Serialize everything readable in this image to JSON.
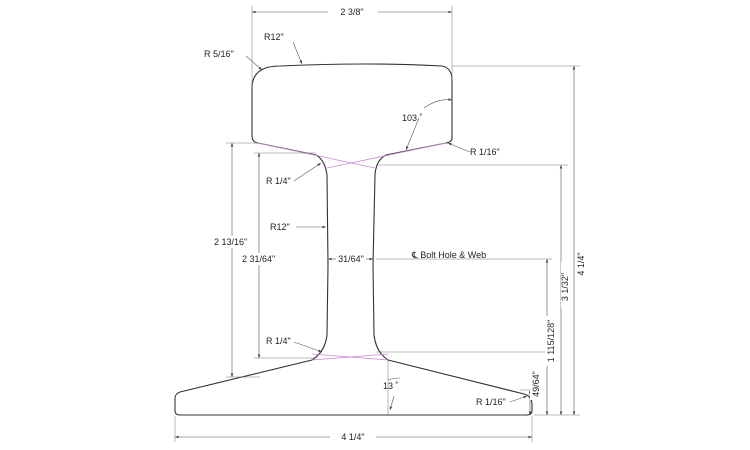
{
  "drawing": {
    "labels": {
      "head_width": "2 3/8\"",
      "head_crown_radius": "R12\"",
      "head_corner_radius": "R 5/16\"",
      "head_angle": "103 ˚",
      "head_fillet_radius": "R 1/16\"",
      "upper_web_fillet": "R 1/4\"",
      "web_radius": "R12\"",
      "web_thickness": "31/64\"",
      "bolt_hole_centerline": "℄ Bolt Hole & Web",
      "lower_web_fillet": "R 1/4\"",
      "base_angle": "13 ˚",
      "base_fillet_radius": "R 1/16\"",
      "base_width": "4 1/4\"",
      "fishing_height_outer": "2 13/16\"",
      "fishing_height_inner": "2 31/64\"",
      "overall_height": "4 1/4\"",
      "height_to_web_top": "3 1/32\"",
      "height_to_bolt_hole": "1 115/128\"",
      "base_thickness": "49/64\""
    }
  }
}
